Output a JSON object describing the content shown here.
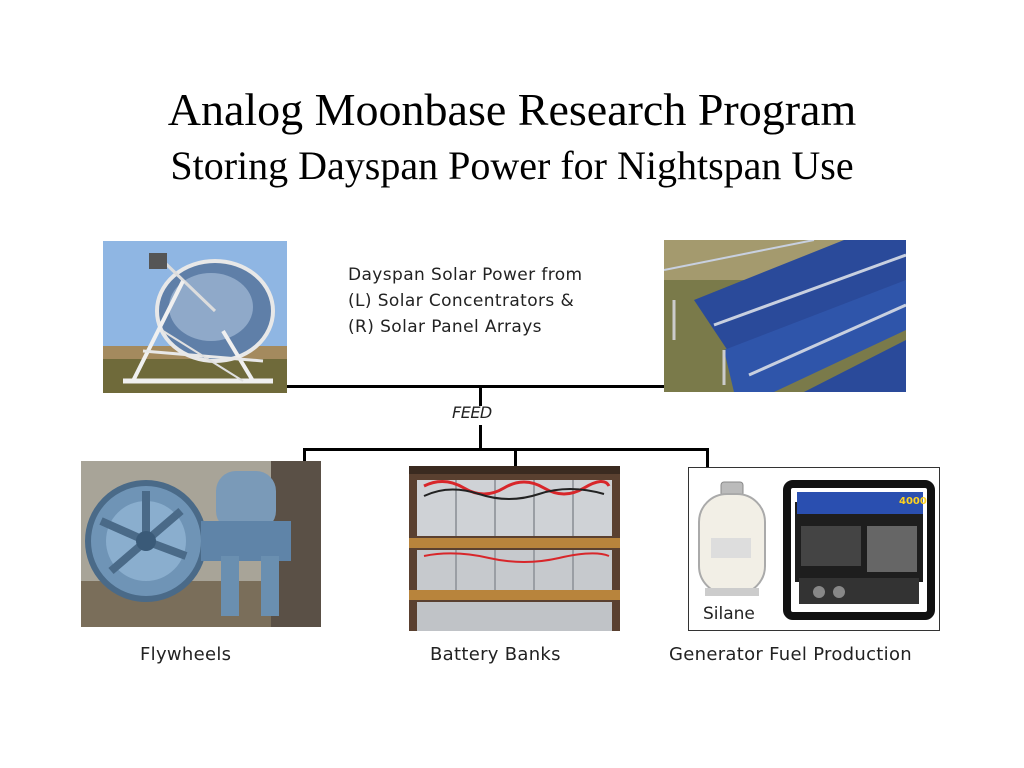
{
  "title": "Analog Moonbase Research Program",
  "subtitle": "Storing Dayspan Power for Nightspan Use",
  "source_description": [
    "Dayspan Solar Power from",
    "(L) Solar Concentrators &",
    "(R) Solar Panel Arrays"
  ],
  "feed_label": "FEED",
  "storage": {
    "flywheels": "Flywheels",
    "batteries": "Battery Banks",
    "generator": "Generator Fuel Production",
    "silane": "Silane",
    "generator_model": "4000"
  },
  "colors": {
    "sky": "#8fb4e0",
    "panel_blue": "#2a4a9a",
    "battery_wood": "#b8843c",
    "machine_blue": "#6a8fb0"
  }
}
